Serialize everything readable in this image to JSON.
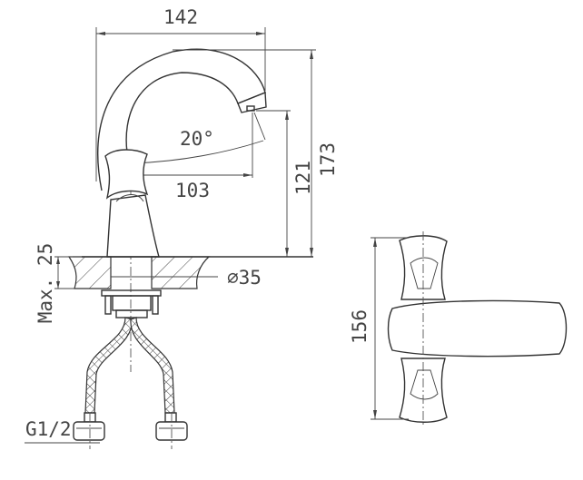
{
  "title": "Faucet dimension drawing",
  "dimensions": {
    "width": "142",
    "angle": "20°",
    "reach": "103",
    "spout_height": "121",
    "total_height": "173",
    "max_counter": "Max. 25",
    "hole_diameter": "∅35",
    "handle_length": "156",
    "thread": "G1/2"
  }
}
